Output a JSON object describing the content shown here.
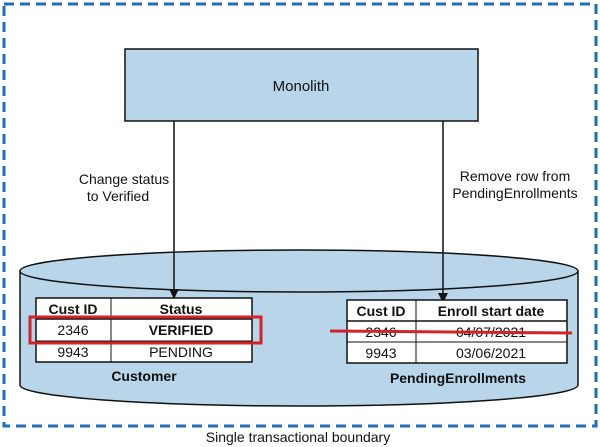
{
  "colors": {
    "fill": "#b9d5e9",
    "stroke": "#111111",
    "boundary": "#1f6fb6",
    "highlight": "#d2232a",
    "table_bg": "#ffffff"
  },
  "monolith": {
    "label": "Monolith"
  },
  "arrows": {
    "left_label_line1": "Change status",
    "left_label_line2": "to Verified",
    "right_label_line1": "Remove row from",
    "right_label_line2": "PendingEnrollments"
  },
  "customer_table": {
    "headers": [
      "Cust ID",
      "Status"
    ],
    "rows": [
      [
        "2346",
        "VERIFIED"
      ],
      [
        "9943",
        "PENDING"
      ]
    ],
    "caption": "Customer"
  },
  "enrollments_table": {
    "headers": [
      "Cust ID",
      "Enroll start date"
    ],
    "rows": [
      [
        "2346",
        "04/07/2021"
      ],
      [
        "9943",
        "03/06/2021"
      ]
    ],
    "caption": "PendingEnrollments"
  },
  "boundary": {
    "label": "Single transactional boundary"
  }
}
